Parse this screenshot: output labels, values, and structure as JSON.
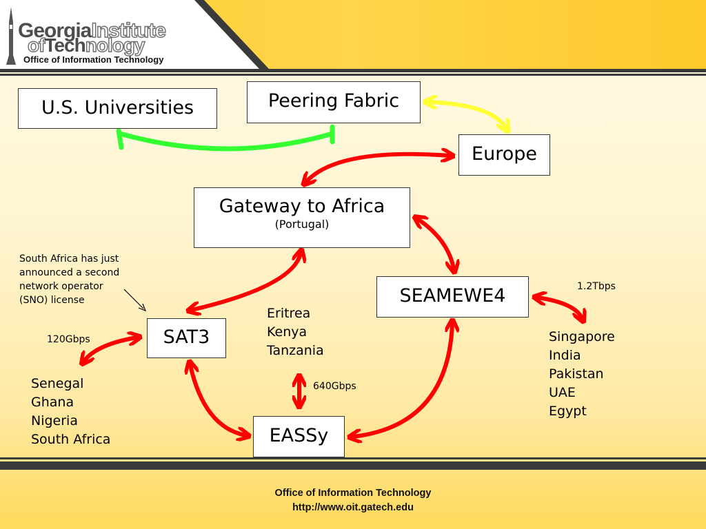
{
  "header": {
    "logo_georgia": "Georgia",
    "logo_institute": "Institute",
    "logo_of": "of",
    "logo_tech": "Tech",
    "logo_nology": "nology",
    "subtitle": "Office of Information Technology",
    "logo_icon": "tech-tower-icon"
  },
  "nodes": {
    "us_universities": "U.S. Universities",
    "peering_fabric": "Peering Fabric",
    "europe": "Europe",
    "gateway_title": "Gateway to Africa",
    "gateway_subtitle": "(Portugal)",
    "seamewe4": "SEAMEWE4",
    "sat3": "SAT3",
    "eassy": "EASSy"
  },
  "labels": {
    "bw_120": "120Gbps",
    "bw_640": "640Gbps",
    "bw_1_2t": "1.2Tbps"
  },
  "note": {
    "lines": [
      "South Africa has just",
      "announced a second",
      "network operator",
      "(SNO) license"
    ]
  },
  "lists": {
    "east_africa": [
      "Eritrea",
      "Kenya",
      "Tanzania"
    ],
    "west_africa": [
      "Senegal",
      "Ghana",
      "Nigeria",
      "South Africa"
    ],
    "asia": [
      "Singapore",
      "India",
      "Pakistan",
      "UAE",
      "Egypt"
    ]
  },
  "footer": {
    "line1": "Office of Information Technology",
    "line2": "http://www.oit.gatech.edu"
  },
  "colors": {
    "link_red": "#ff0000",
    "link_green": "#33ff33",
    "link_yellow": "#ffff33",
    "brand_gold": "#ffcc33"
  }
}
